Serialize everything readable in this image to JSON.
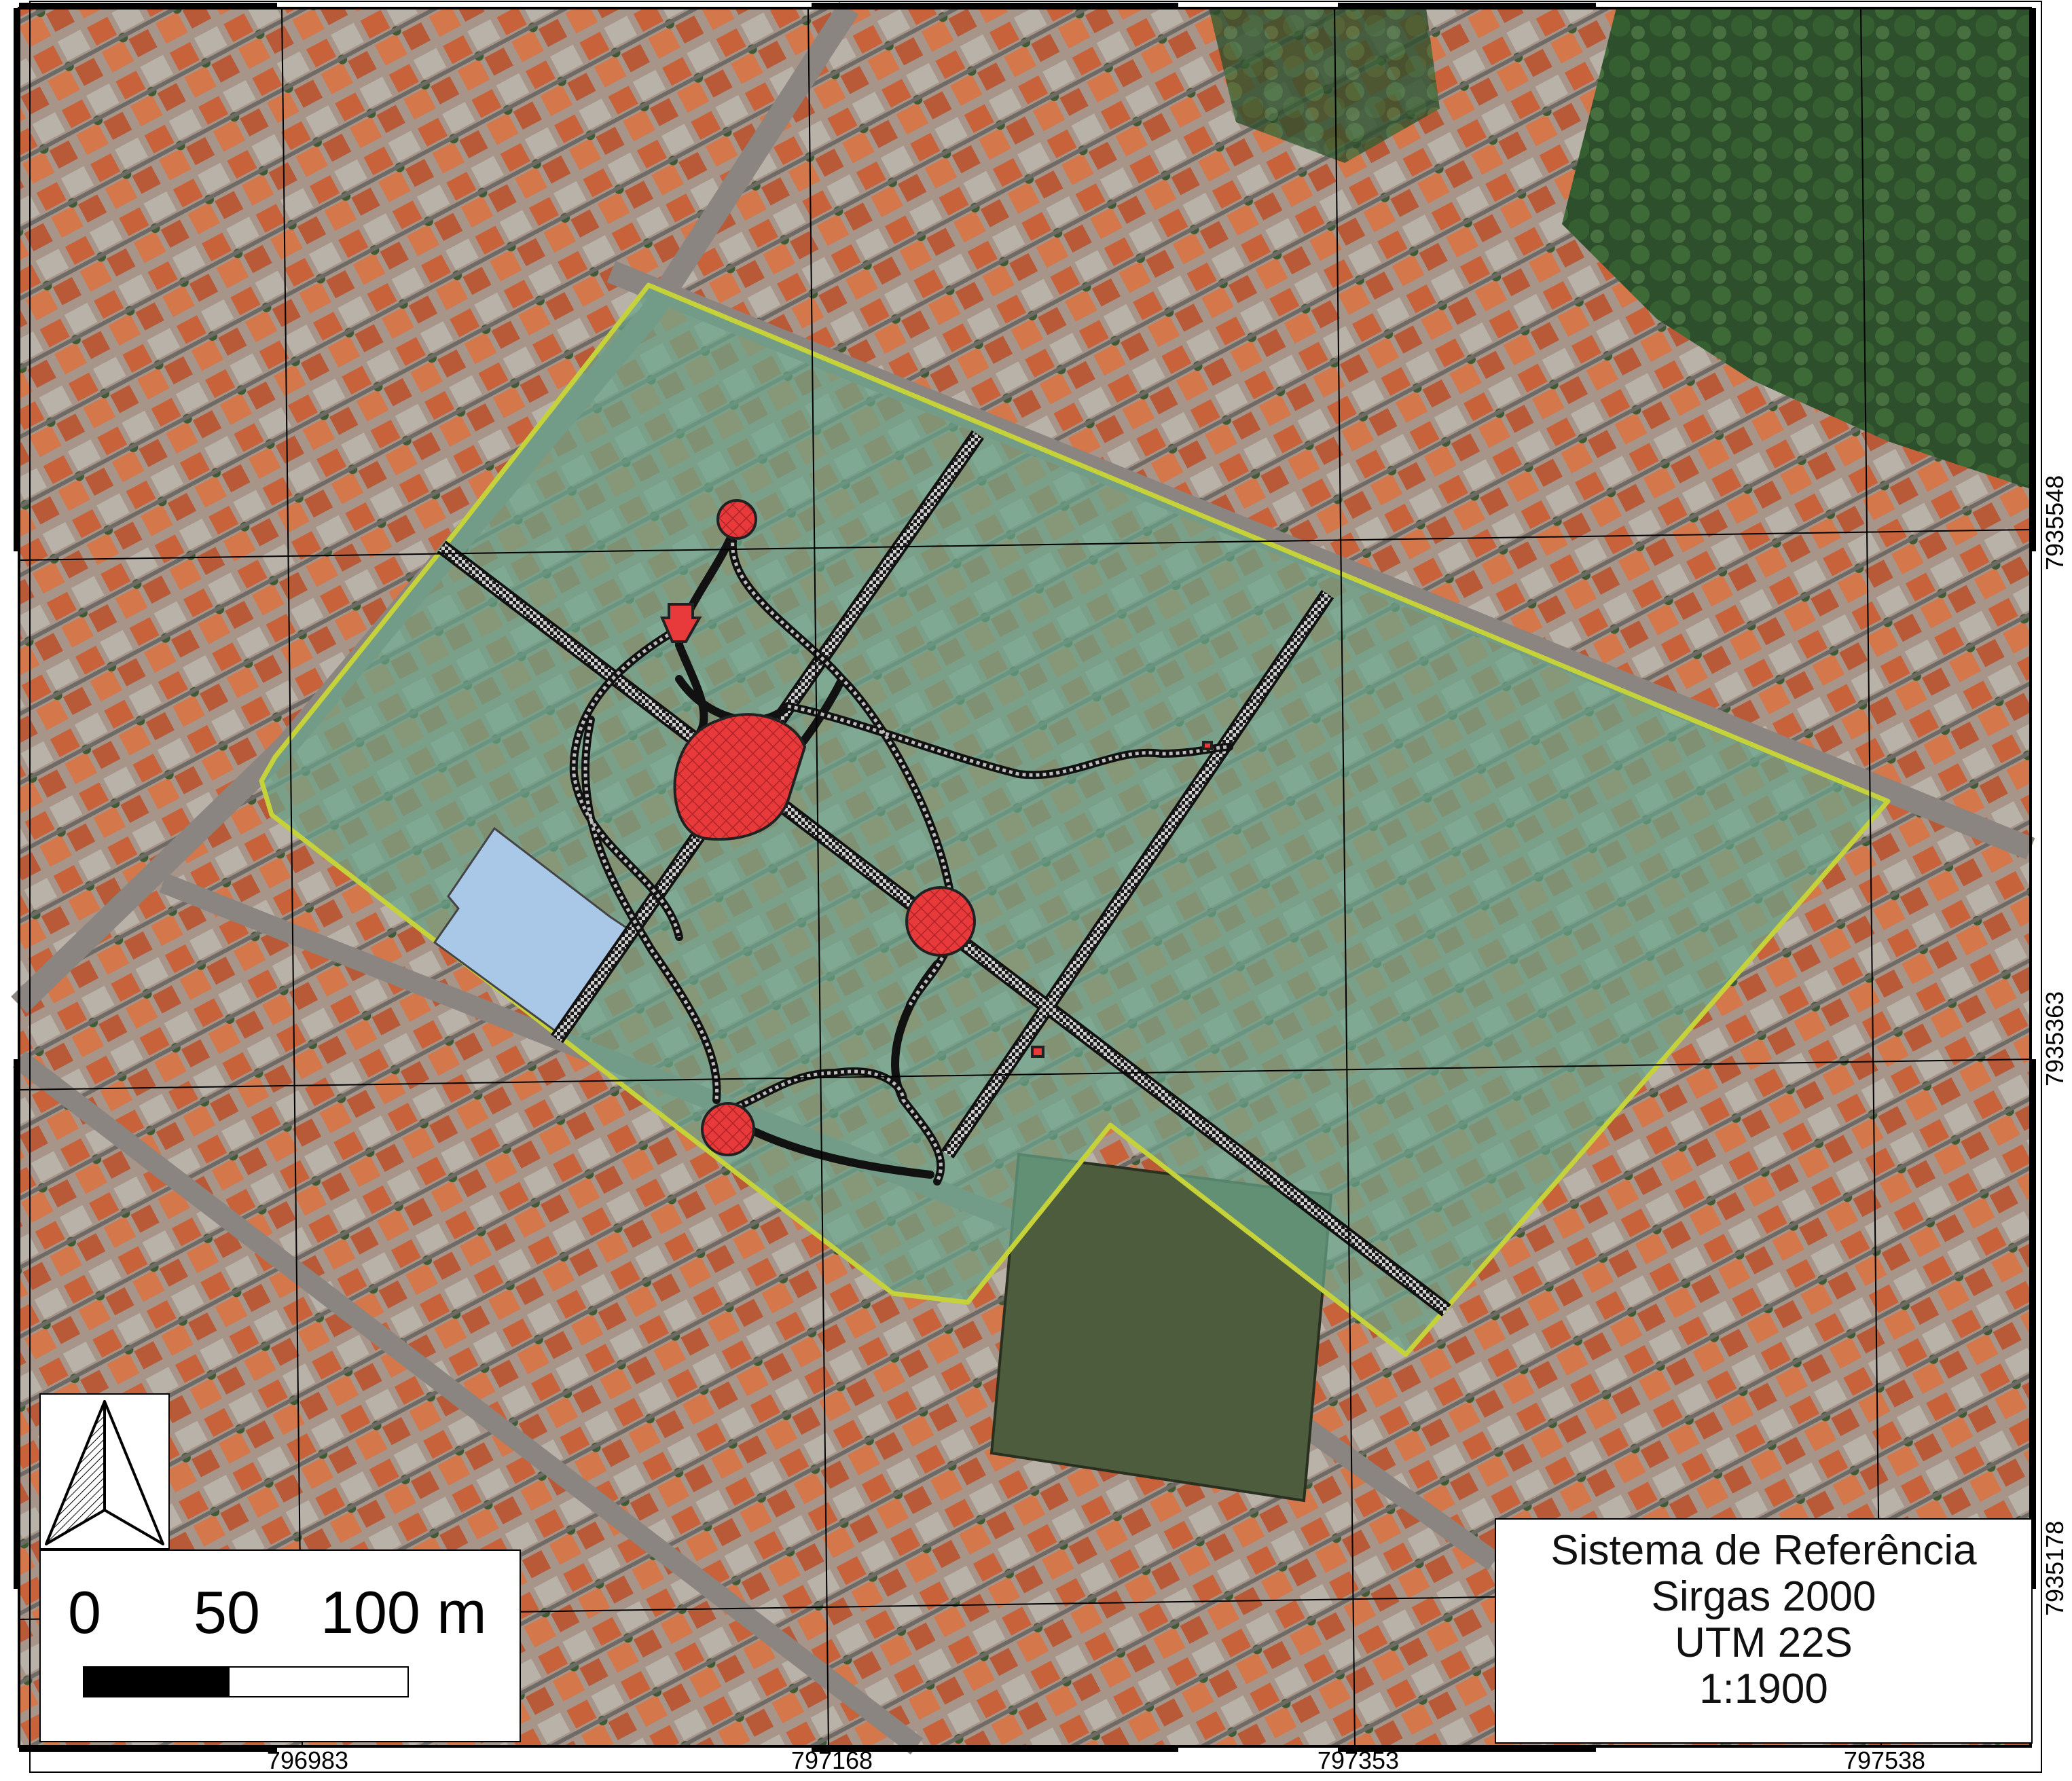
{
  "coordinates": {
    "x_labels": [
      "796983",
      "797168",
      "797353",
      "797538"
    ],
    "y_labels": [
      "7935548",
      "7935363",
      "7935178"
    ]
  },
  "scale_bar": {
    "labels": [
      "0",
      "50",
      "100 m"
    ]
  },
  "north_arrow": {
    "icon": "north-arrow-icon"
  },
  "reference_system": {
    "line1": "Sistema de Referência",
    "line2": "Sirgas 2000",
    "line3": "UTM 22S",
    "line4": "1:1900"
  },
  "colors": {
    "study_area_fill": "#6aa58a",
    "study_area_stroke": "#c6d23a",
    "trail": "#1a1a1a",
    "impact_points": "#e8393b",
    "building_area": "#a9c8e8",
    "roofs": "#c8623a",
    "vegetation": "#3d6a37",
    "sports_field": "#4c5c3c"
  }
}
